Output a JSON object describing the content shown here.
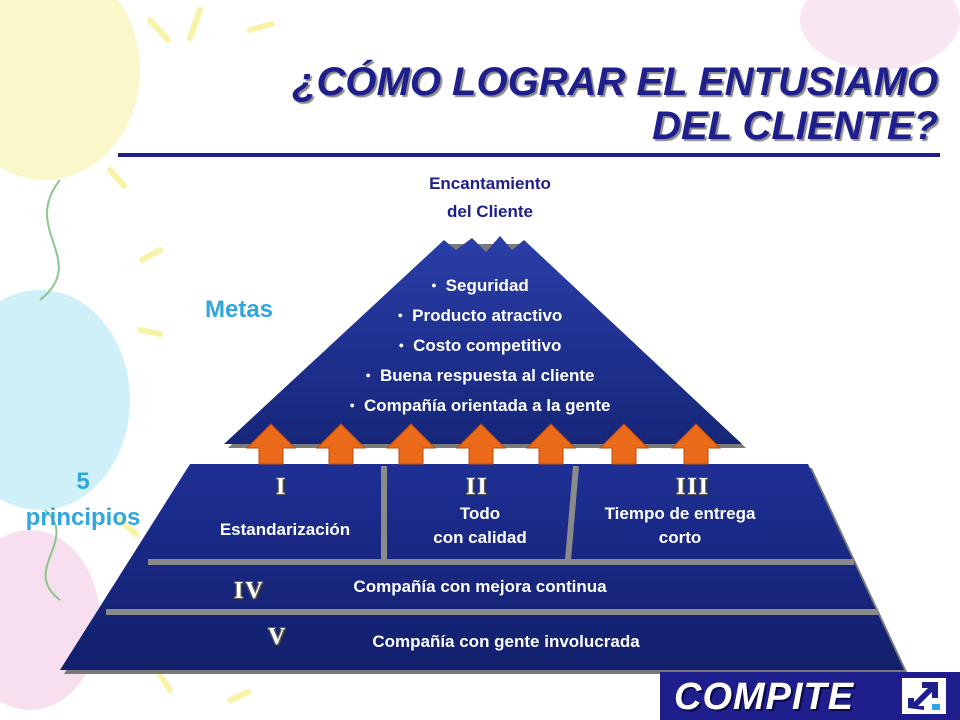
{
  "title": {
    "line1": "¿CÓMO LOGRAR EL ENTUSIAMO",
    "line2": "DEL CLIENTE?"
  },
  "apex_label": {
    "line1": "Encantamiento",
    "line2": "del Cliente"
  },
  "metas_label": "Metas",
  "principles_label": {
    "line1": "5",
    "line2": "principios"
  },
  "goals": [
    "Seguridad",
    "Producto atractivo",
    "Costo competitivo",
    "Buena respuesta al cliente",
    "Compañía orientada a la gente"
  ],
  "principles": [
    {
      "numeral": "I",
      "line1": "Estandarización",
      "line2": ""
    },
    {
      "numeral": "II",
      "line1": "Todo",
      "line2": "con calidad"
    },
    {
      "numeral": "III",
      "line1": "Tiempo de entrega",
      "line2": "corto"
    },
    {
      "numeral": "IV",
      "line1": "Compañía con mejora continua",
      "line2": ""
    },
    {
      "numeral": "V",
      "line1": "Compañía con gente involucrada",
      "line2": ""
    }
  ],
  "logo": {
    "text": "COMPITE"
  },
  "colors": {
    "navy": "#1e1e8c",
    "pyramid_blue": "#1a2f8c",
    "arrow_orange": "#ea6a1a",
    "label_cyan": "#2fa6e0"
  },
  "icons": [
    "up-arrow-icon",
    "compite-arrow-icon"
  ]
}
